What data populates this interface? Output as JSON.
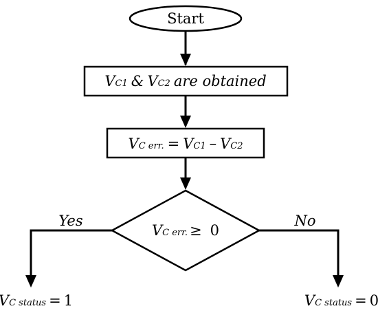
{
  "flowchart": {
    "start": {
      "label": "Start"
    },
    "step1": {
      "v1_main": "V",
      "v1_sub": "C1",
      "amp": "&",
      "v2_main": "V",
      "v2_sub": "C2",
      "tail": "are obtained"
    },
    "step2": {
      "lhs_main": "V",
      "lhs_sub": "C err.",
      "eq": "=",
      "r1_main": "V",
      "r1_sub": "C1",
      "minus": "–",
      "r2_main": "V",
      "r2_sub": "C2"
    },
    "decision": {
      "lhs_main": "V",
      "lhs_sub": "C err.",
      "op": "≥",
      "value": "0"
    },
    "branches": {
      "yes_label": "Yes",
      "no_label": "No"
    },
    "outputs": {
      "left": {
        "main": "V",
        "sub": "C status",
        "eq": "=",
        "value": "1"
      },
      "right": {
        "main": "V",
        "sub": "C status",
        "eq": "=",
        "value": "0"
      }
    }
  }
}
